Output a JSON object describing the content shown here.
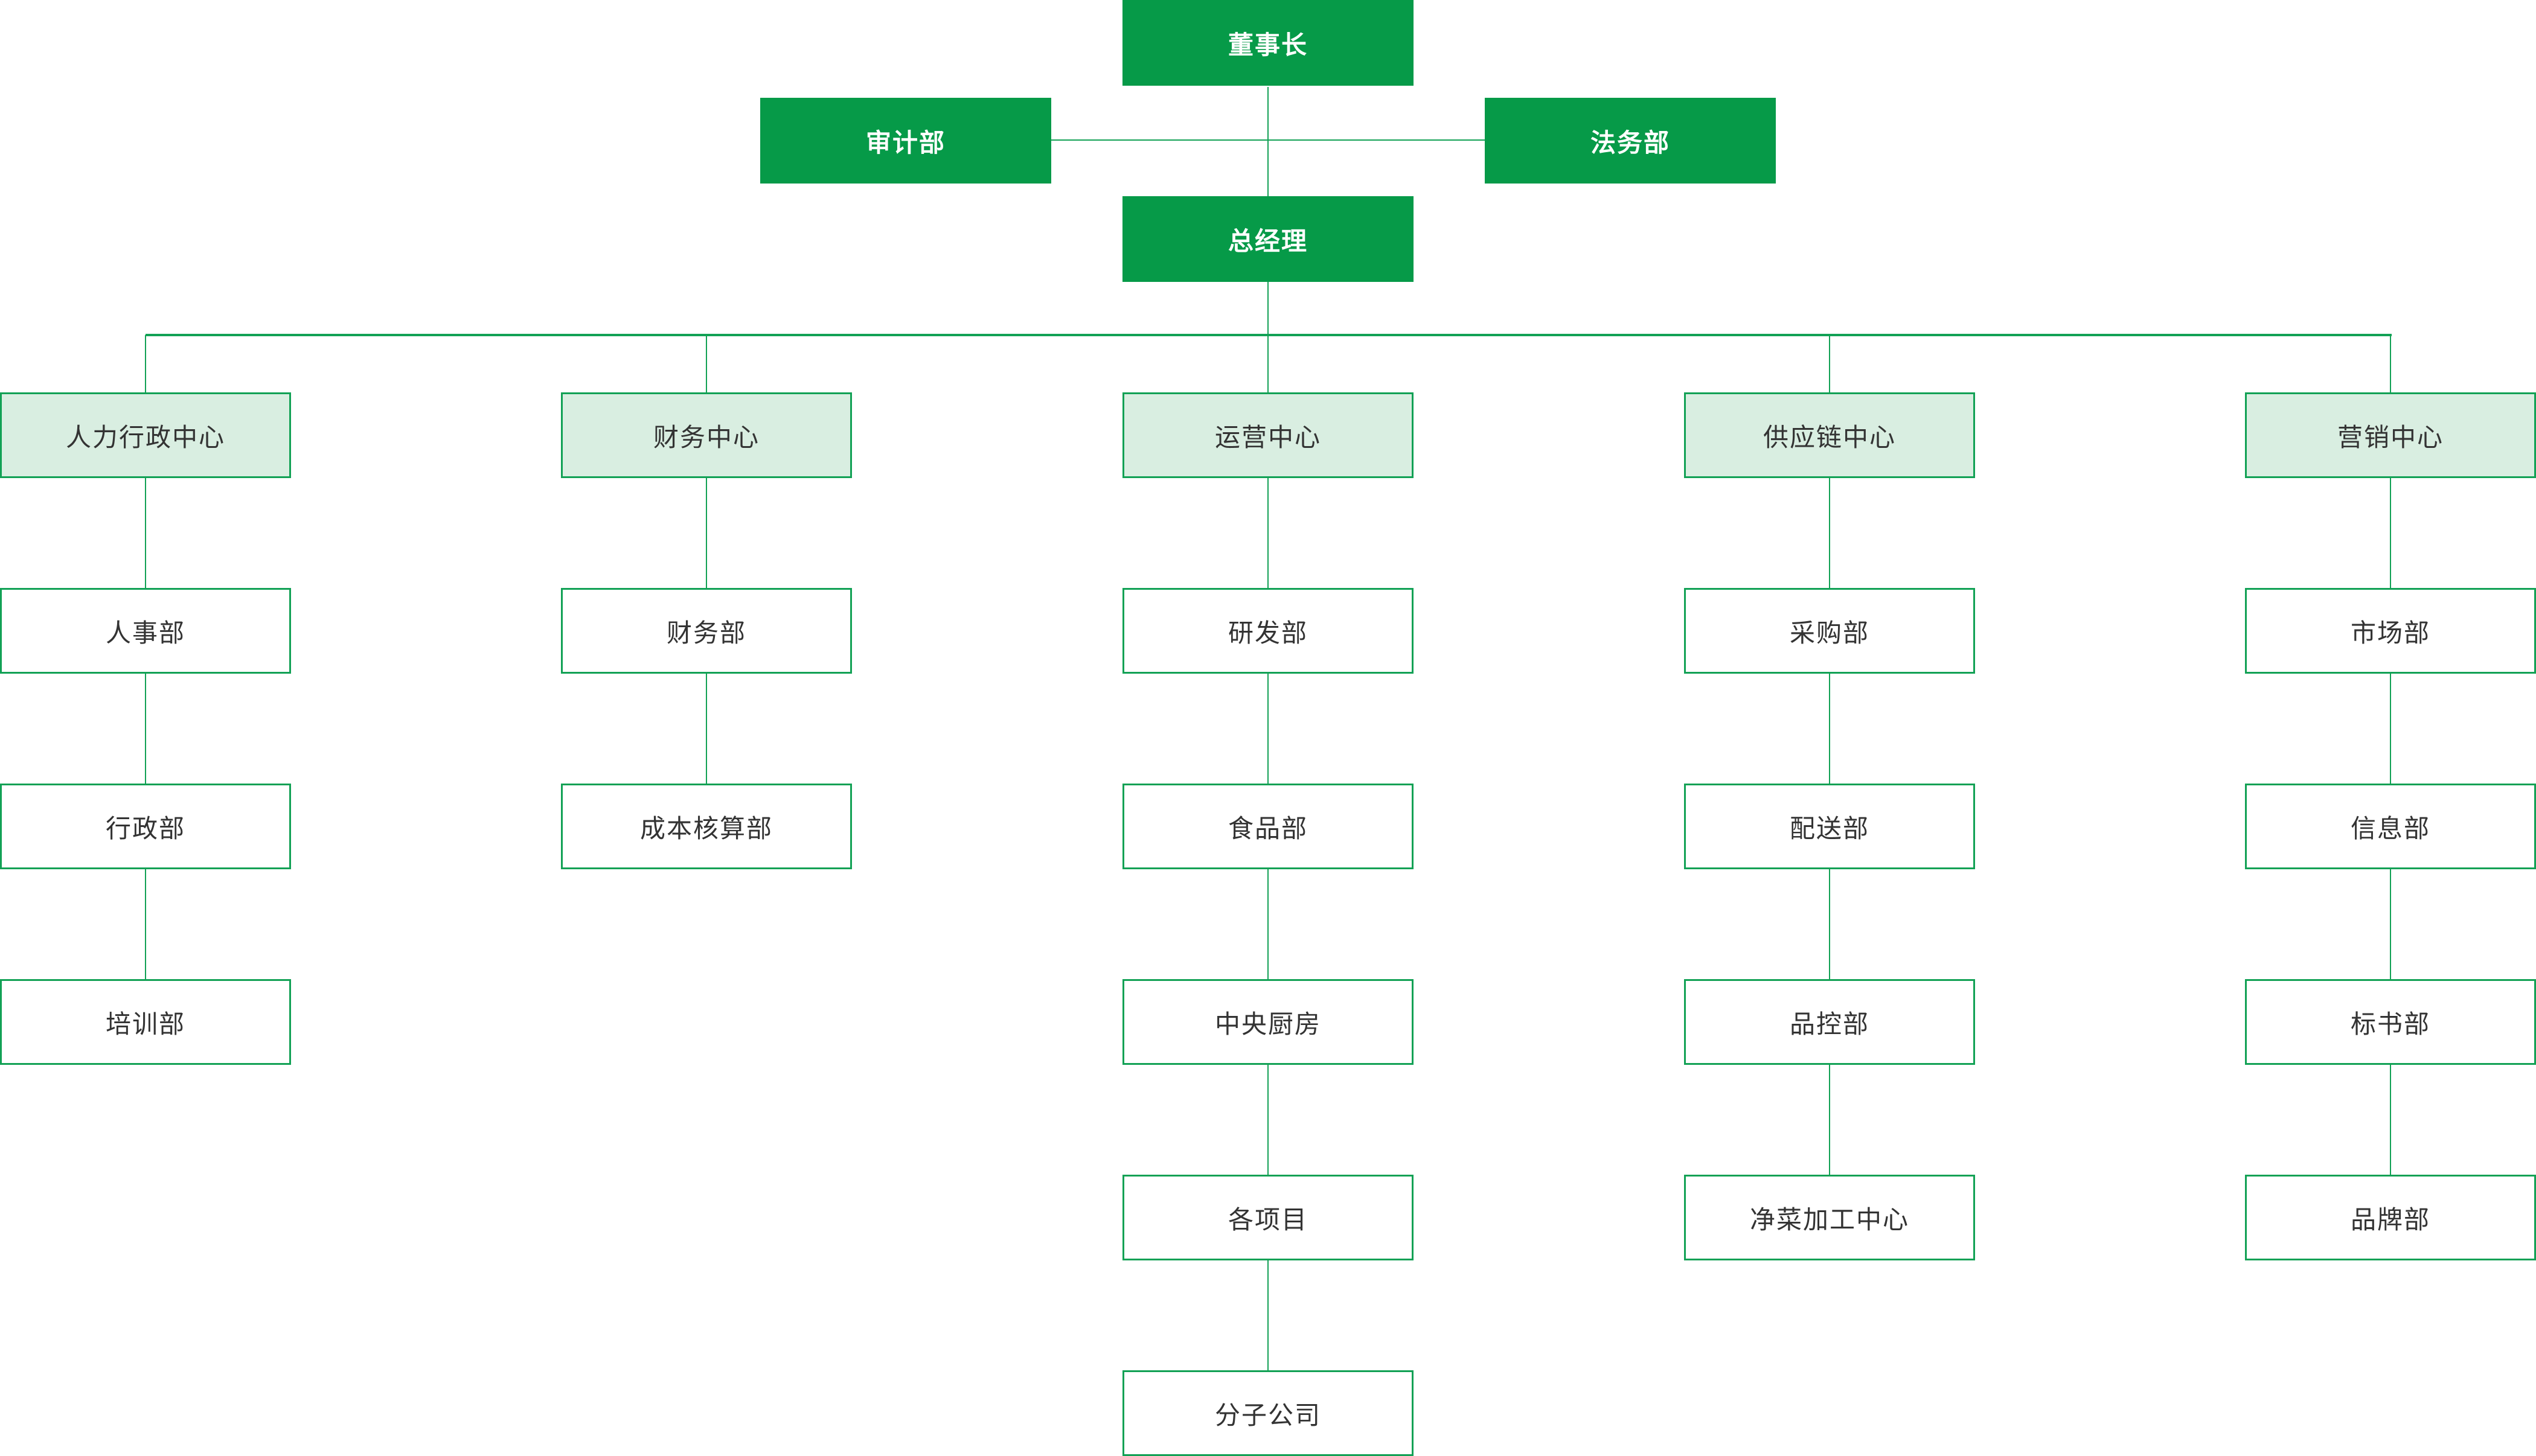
{
  "chart_type": "org-chart",
  "colors": {
    "dark_node_fill": "#069a48",
    "light_node_fill": "#d9eee1",
    "line_and_border_green": "#12a155",
    "dark_node_text": "#ffffff",
    "node_text": "#333333",
    "background": "#ffffff"
  },
  "top_nodes": {
    "chairman": "董事长",
    "audit": "审计部",
    "legal": "法务部",
    "general_manager": "总经理"
  },
  "columns": [
    {
      "center": "人力行政中心",
      "departments": [
        "人事部",
        "行政部",
        "培训部"
      ]
    },
    {
      "center": "财务中心",
      "departments": [
        "财务部",
        "成本核算部"
      ]
    },
    {
      "center": "运营中心",
      "departments": [
        "研发部",
        "食品部",
        "中央厨房",
        "各项目",
        "分子公司"
      ]
    },
    {
      "center": "供应链中心",
      "departments": [
        "采购部",
        "配送部",
        "品控部",
        "净菜加工中心"
      ]
    },
    {
      "center": "营销中心",
      "departments": [
        "市场部",
        "信息部",
        "标书部",
        "品牌部"
      ]
    }
  ]
}
